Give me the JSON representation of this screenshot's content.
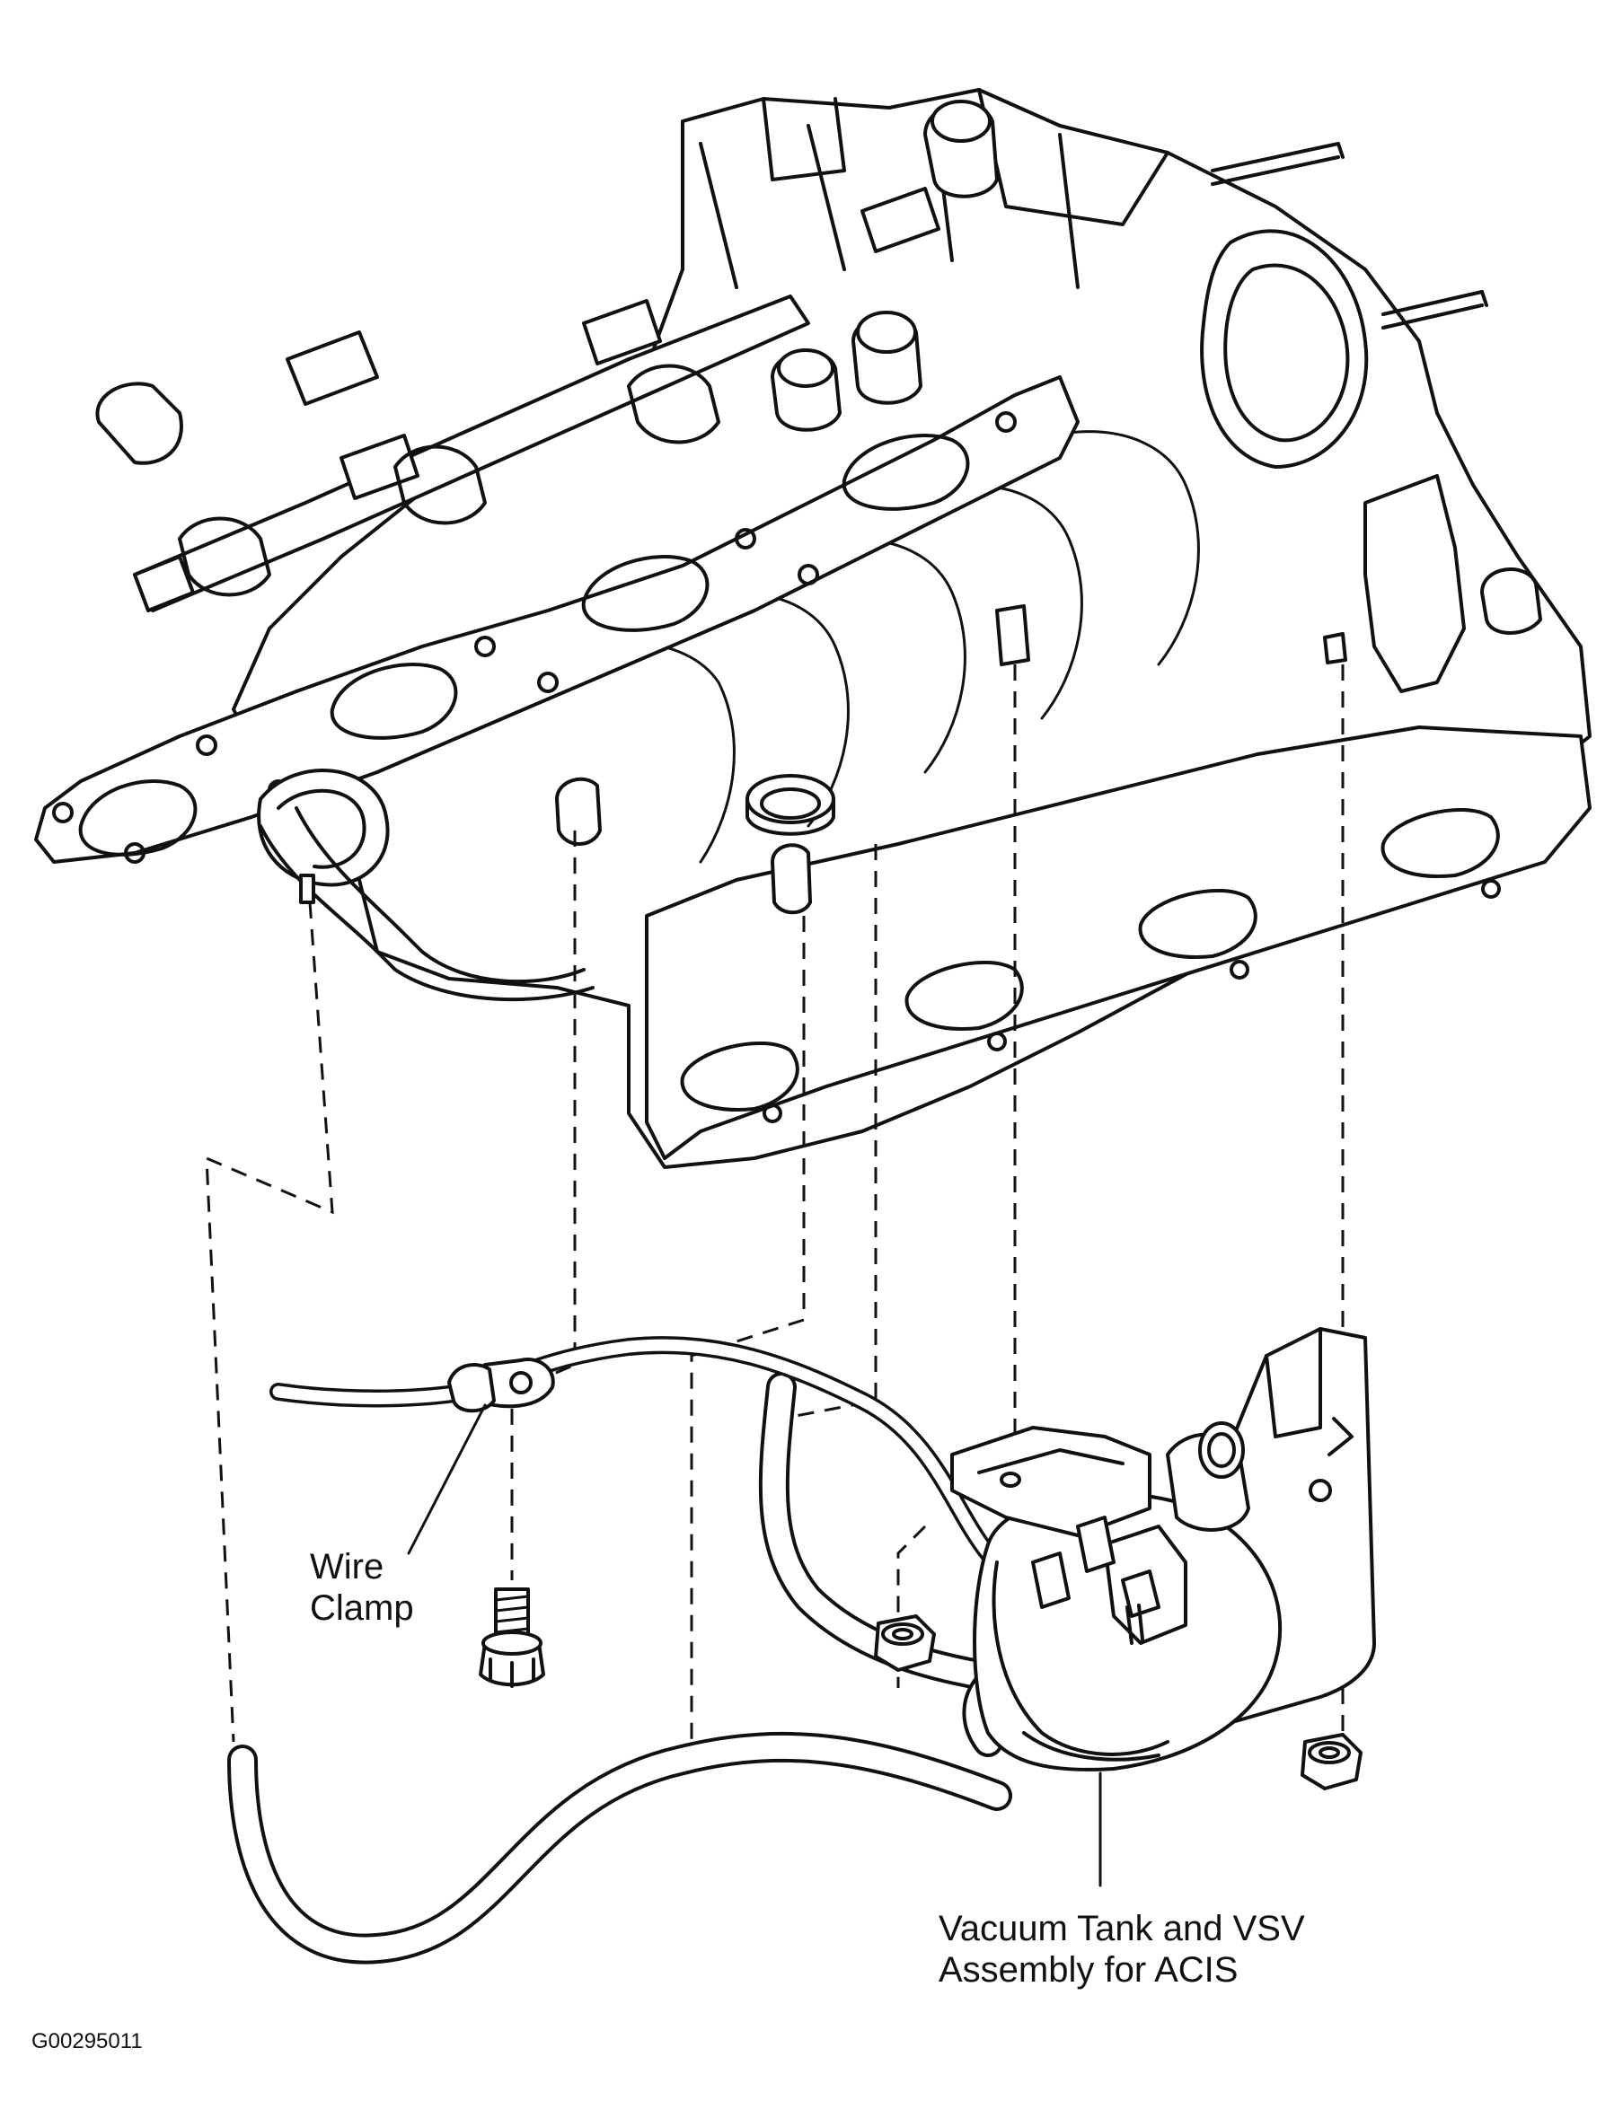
{
  "labels": {
    "wire_clamp_line1": "Wire",
    "wire_clamp_line2": "Clamp",
    "vacuum_tank_line1": "Vacuum Tank and VSV",
    "vacuum_tank_line2": "Assembly for ACIS"
  },
  "figure_code": "G00295011"
}
